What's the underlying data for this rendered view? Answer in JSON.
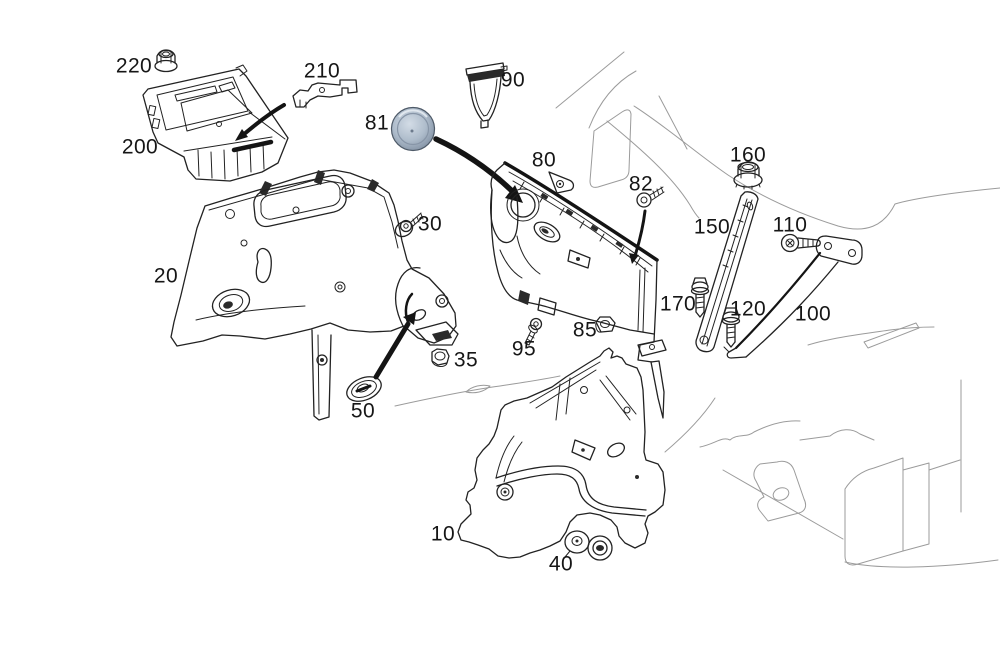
{
  "diagram": {
    "kind": "exploded-parts-line-drawing",
    "background_color": "#ffffff",
    "line_color": "#222222",
    "faint_body_line_color": "#9b9b9b",
    "cap_fill_color": "#a9b6c8",
    "callouts": [
      {
        "number": "220",
        "part": "flange-nut"
      },
      {
        "number": "210",
        "part": "retainer-bracket"
      },
      {
        "number": "200",
        "part": "battery-tray"
      },
      {
        "number": "90",
        "part": "reservoir-insert"
      },
      {
        "number": "81",
        "part": "blanking-cap"
      },
      {
        "number": "80",
        "part": "wheelhouse-trim-panel"
      },
      {
        "number": "82",
        "part": "self-tapping-screw"
      },
      {
        "number": "160",
        "part": "flange-nut"
      },
      {
        "number": "30",
        "part": "screw"
      },
      {
        "number": "110",
        "part": "bolt"
      },
      {
        "number": "150",
        "part": "support-strut"
      },
      {
        "number": "20",
        "part": "quarter-trim-panel"
      },
      {
        "number": "170",
        "part": "flange-bolt"
      },
      {
        "number": "120",
        "part": "flange-bolt"
      },
      {
        "number": "100",
        "part": "support-brace"
      },
      {
        "number": "85",
        "part": "hex-nut"
      },
      {
        "number": "95",
        "part": "screw"
      },
      {
        "number": "35",
        "part": "hex-nut"
      },
      {
        "number": "50",
        "part": "grommet"
      },
      {
        "number": "10",
        "part": "lower-quarter-trim-panel"
      },
      {
        "number": "40",
        "part": "push-clip"
      }
    ]
  }
}
